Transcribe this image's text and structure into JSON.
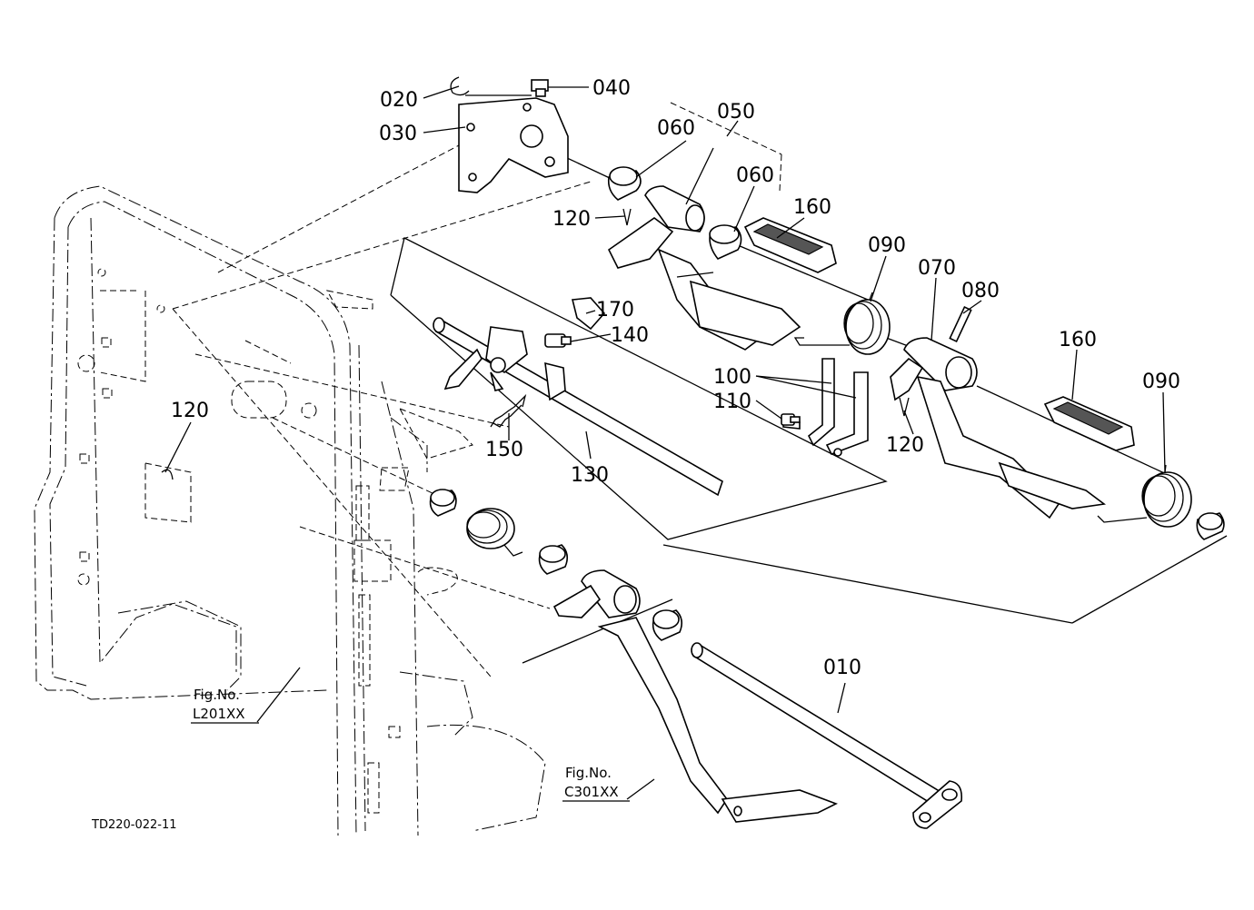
{
  "labels": {
    "p010": "010",
    "p020": "020",
    "p030": "030",
    "p040": "040",
    "p050": "050",
    "p060a": "060",
    "p060b": "060",
    "p070": "070",
    "p080": "080",
    "p090a": "090",
    "p090b": "090",
    "p100": "100",
    "p110": "110",
    "p120a": "120",
    "p120b": "120",
    "p120c": "120",
    "p130": "130",
    "p140": "140",
    "p150": "150",
    "p160a": "160",
    "p160b": "160",
    "p170": "170"
  },
  "references": {
    "fig_left_title": "Fig.No.",
    "fig_left_code": "L201XX",
    "fig_bottom_title": "Fig.No.",
    "fig_bottom_code": "C301XX"
  },
  "drawing_code": "TD220-022-11"
}
